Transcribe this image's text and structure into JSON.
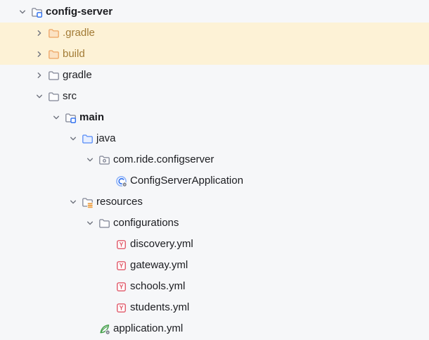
{
  "colors": {
    "background": "#f6f7f9",
    "highlight_row": "#fdf2d6",
    "text": "#1b1c20",
    "excluded_text": "#a27b35",
    "folder_gray": "#7f8494",
    "folder_fill": "#fdfdfe",
    "excluded_folder_stroke": "#eda462",
    "excluded_folder_fill": "#fbe2c3",
    "source_folder_stroke": "#548af7",
    "source_folder_fill": "#e7efff",
    "accent_blue": "#3574f0",
    "spring_app_ring_blue": "#8fb3f8",
    "resources_badge_orange": "#ee9f41",
    "yaml_red": "#e05667",
    "spring_green": "#429e48",
    "badge_gray": "#666b78",
    "chevron_gray": "#70747f"
  },
  "tree": {
    "rows": [
      {
        "label": "config-server",
        "level": 0,
        "chevron": "down",
        "icon": "module-folder",
        "bold": true,
        "style": "default",
        "highlighted": false
      },
      {
        "label": ".gradle",
        "level": 1,
        "chevron": "right",
        "icon": "excluded-folder",
        "bold": false,
        "style": "excluded",
        "highlighted": true
      },
      {
        "label": "build",
        "level": 1,
        "chevron": "right",
        "icon": "excluded-folder",
        "bold": false,
        "style": "excluded",
        "highlighted": true
      },
      {
        "label": "gradle",
        "level": 1,
        "chevron": "right",
        "icon": "folder",
        "bold": false,
        "style": "default",
        "highlighted": false
      },
      {
        "label": "src",
        "level": 1,
        "chevron": "down",
        "icon": "folder",
        "bold": false,
        "style": "default",
        "highlighted": false
      },
      {
        "label": "main",
        "level": 2,
        "chevron": "down",
        "icon": "module-folder",
        "bold": true,
        "style": "default",
        "highlighted": false
      },
      {
        "label": "java",
        "level": 3,
        "chevron": "down",
        "icon": "source-folder",
        "bold": false,
        "style": "default",
        "highlighted": false
      },
      {
        "label": "com.ride.configserver",
        "level": 4,
        "chevron": "down",
        "icon": "package",
        "bold": false,
        "style": "default",
        "highlighted": false
      },
      {
        "label": "ConfigServerApplication",
        "level": 5,
        "chevron": null,
        "icon": "spring-application-class",
        "bold": false,
        "style": "default",
        "highlighted": false
      },
      {
        "label": "resources",
        "level": 3,
        "chevron": "down",
        "icon": "resources-folder",
        "bold": false,
        "style": "default",
        "highlighted": false
      },
      {
        "label": "configurations",
        "level": 4,
        "chevron": "down",
        "icon": "folder",
        "bold": false,
        "style": "default",
        "highlighted": false
      },
      {
        "label": "discovery.yml",
        "level": 5,
        "chevron": null,
        "icon": "yaml-file",
        "bold": false,
        "style": "default",
        "highlighted": false
      },
      {
        "label": "gateway.yml",
        "level": 5,
        "chevron": null,
        "icon": "yaml-file",
        "bold": false,
        "style": "default",
        "highlighted": false
      },
      {
        "label": "schools.yml",
        "level": 5,
        "chevron": null,
        "icon": "yaml-file",
        "bold": false,
        "style": "default",
        "highlighted": false
      },
      {
        "label": "students.yml",
        "level": 5,
        "chevron": null,
        "icon": "yaml-file",
        "bold": false,
        "style": "default",
        "highlighted": false
      },
      {
        "label": "application.yml",
        "level": 4,
        "chevron": null,
        "icon": "spring-config-file",
        "bold": false,
        "style": "default",
        "highlighted": false
      }
    ]
  }
}
